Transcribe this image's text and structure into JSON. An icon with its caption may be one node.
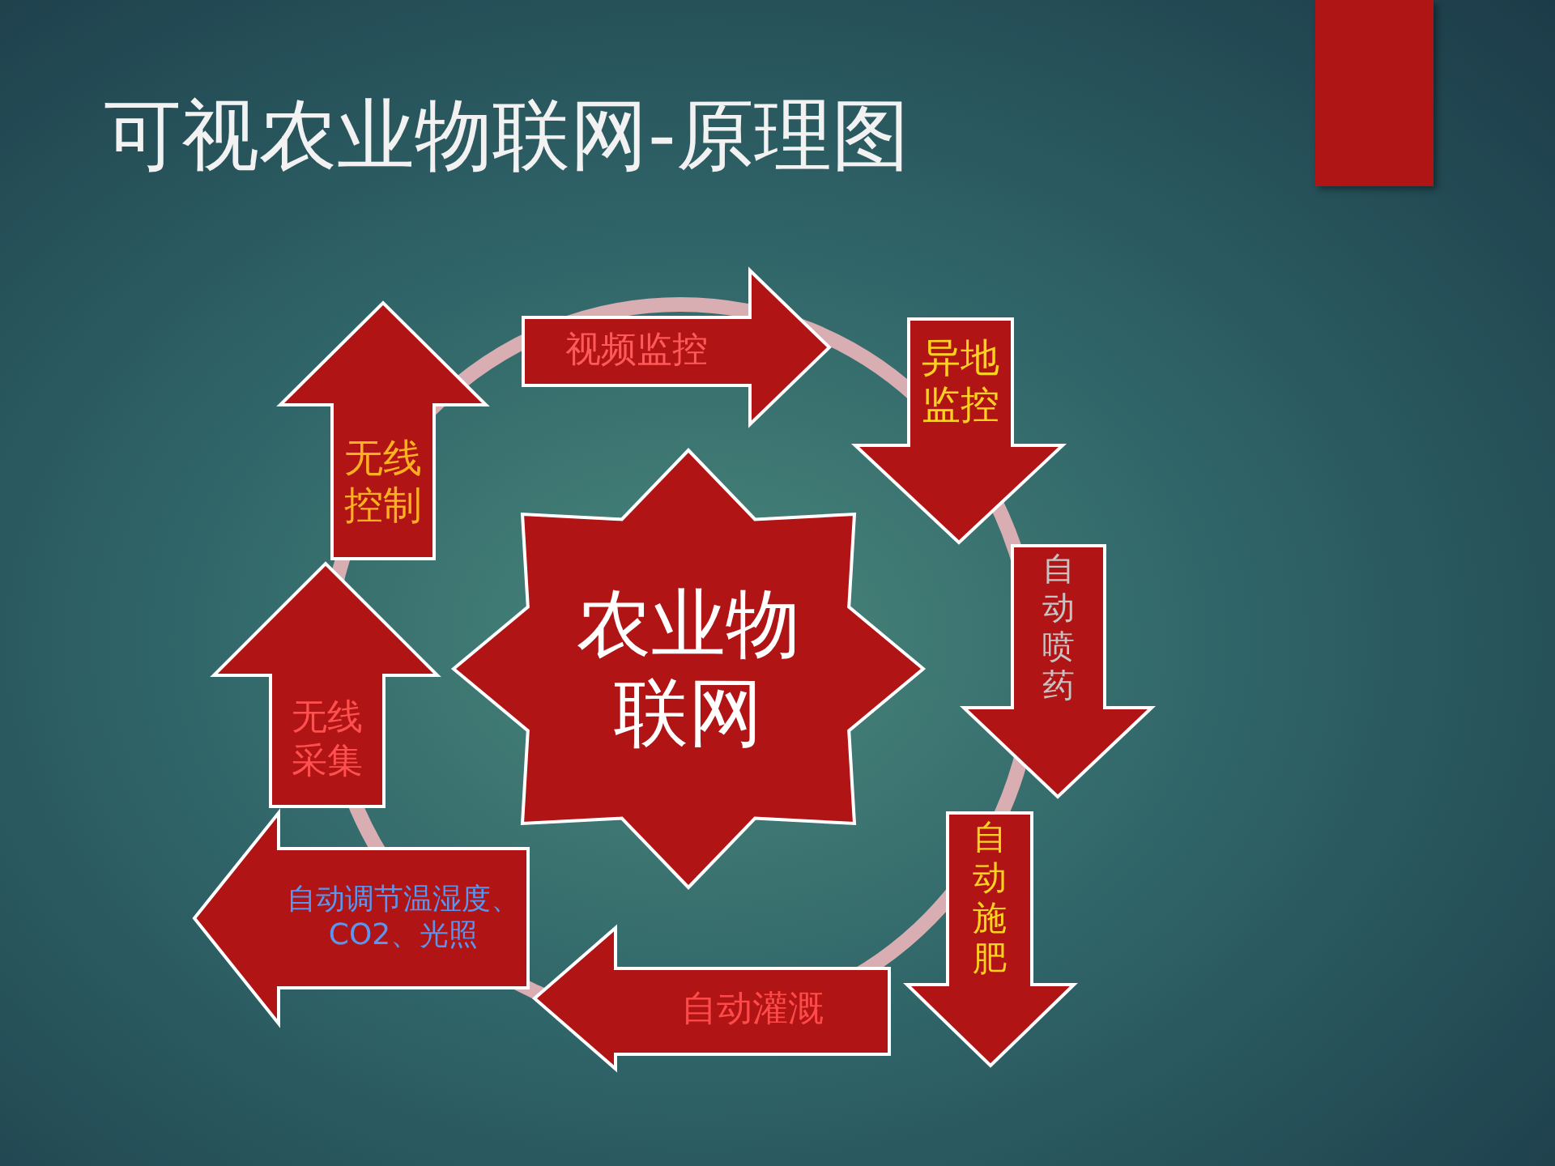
{
  "diagram": {
    "title": "可视农业物联网-原理图",
    "nodes": [
      {
        "text": [
          "视频监控"
        ]
      },
      {
        "text": [
          "异地监控"
        ]
      },
      {
        "text": [
          "自动喷药"
        ]
      },
      {
        "text": [
          "自动施肥"
        ]
      },
      {
        "text": [
          "自动灌溉"
        ]
      },
      {
        "text": [
          "自动调节温湿度、CO2、光照"
        ]
      },
      {
        "text": [
          "无线采集"
        ]
      },
      {
        "text": [
          "无线控制"
        ]
      },
      {
        "text": [
          "农业物联网"
        ]
      }
    ]
  }
}
